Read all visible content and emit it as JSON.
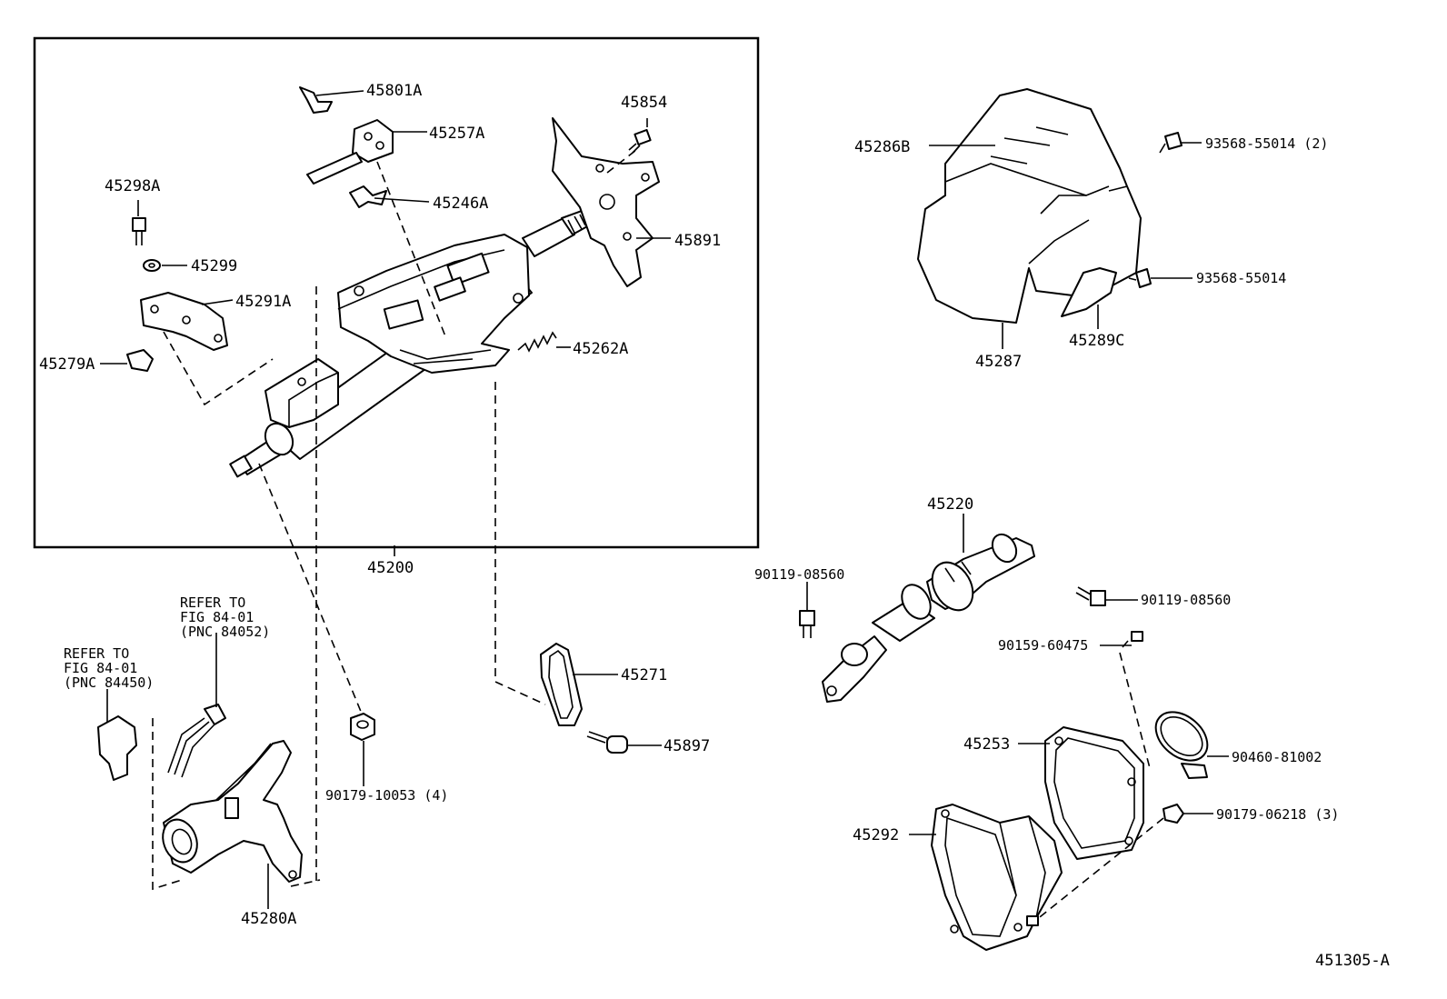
{
  "diagram_id": "451305-A",
  "parts": {
    "p45801A": "45801A",
    "p45257A": "45257A",
    "p45854": "45854",
    "p45298A": "45298A",
    "p45246A": "45246A",
    "p45891": "45891",
    "p45299": "45299",
    "p45291A": "45291A",
    "p45262A": "45262A",
    "p45279A": "45279A",
    "p45200": "45200",
    "p45286B": "45286B",
    "p93568_55014_2": "93568-55014 (2)",
    "p93568_55014": "93568-55014",
    "p45287": "45287",
    "p45289C": "45289C",
    "p45220": "45220",
    "p90119_08560_a": "90119-08560",
    "p90119_08560_b": "90119-08560",
    "p90159_60475": "90159-60475",
    "p45271": "45271",
    "p45897": "45897",
    "p90179_10053": "90179-10053 (4)",
    "p45253": "45253",
    "p90460_81002": "90460-81002",
    "p90179_06218": "90179-06218 (3)",
    "p45292": "45292",
    "p45280A": "45280A"
  },
  "refs": {
    "ref1_line1": "REFER TO",
    "ref1_line2": "FIG 84-01",
    "ref1_line3": "(PNC 84052)",
    "ref2_line1": "REFER TO",
    "ref2_line2": "FIG 84-01",
    "ref2_line3": "(PNC 84450)"
  }
}
